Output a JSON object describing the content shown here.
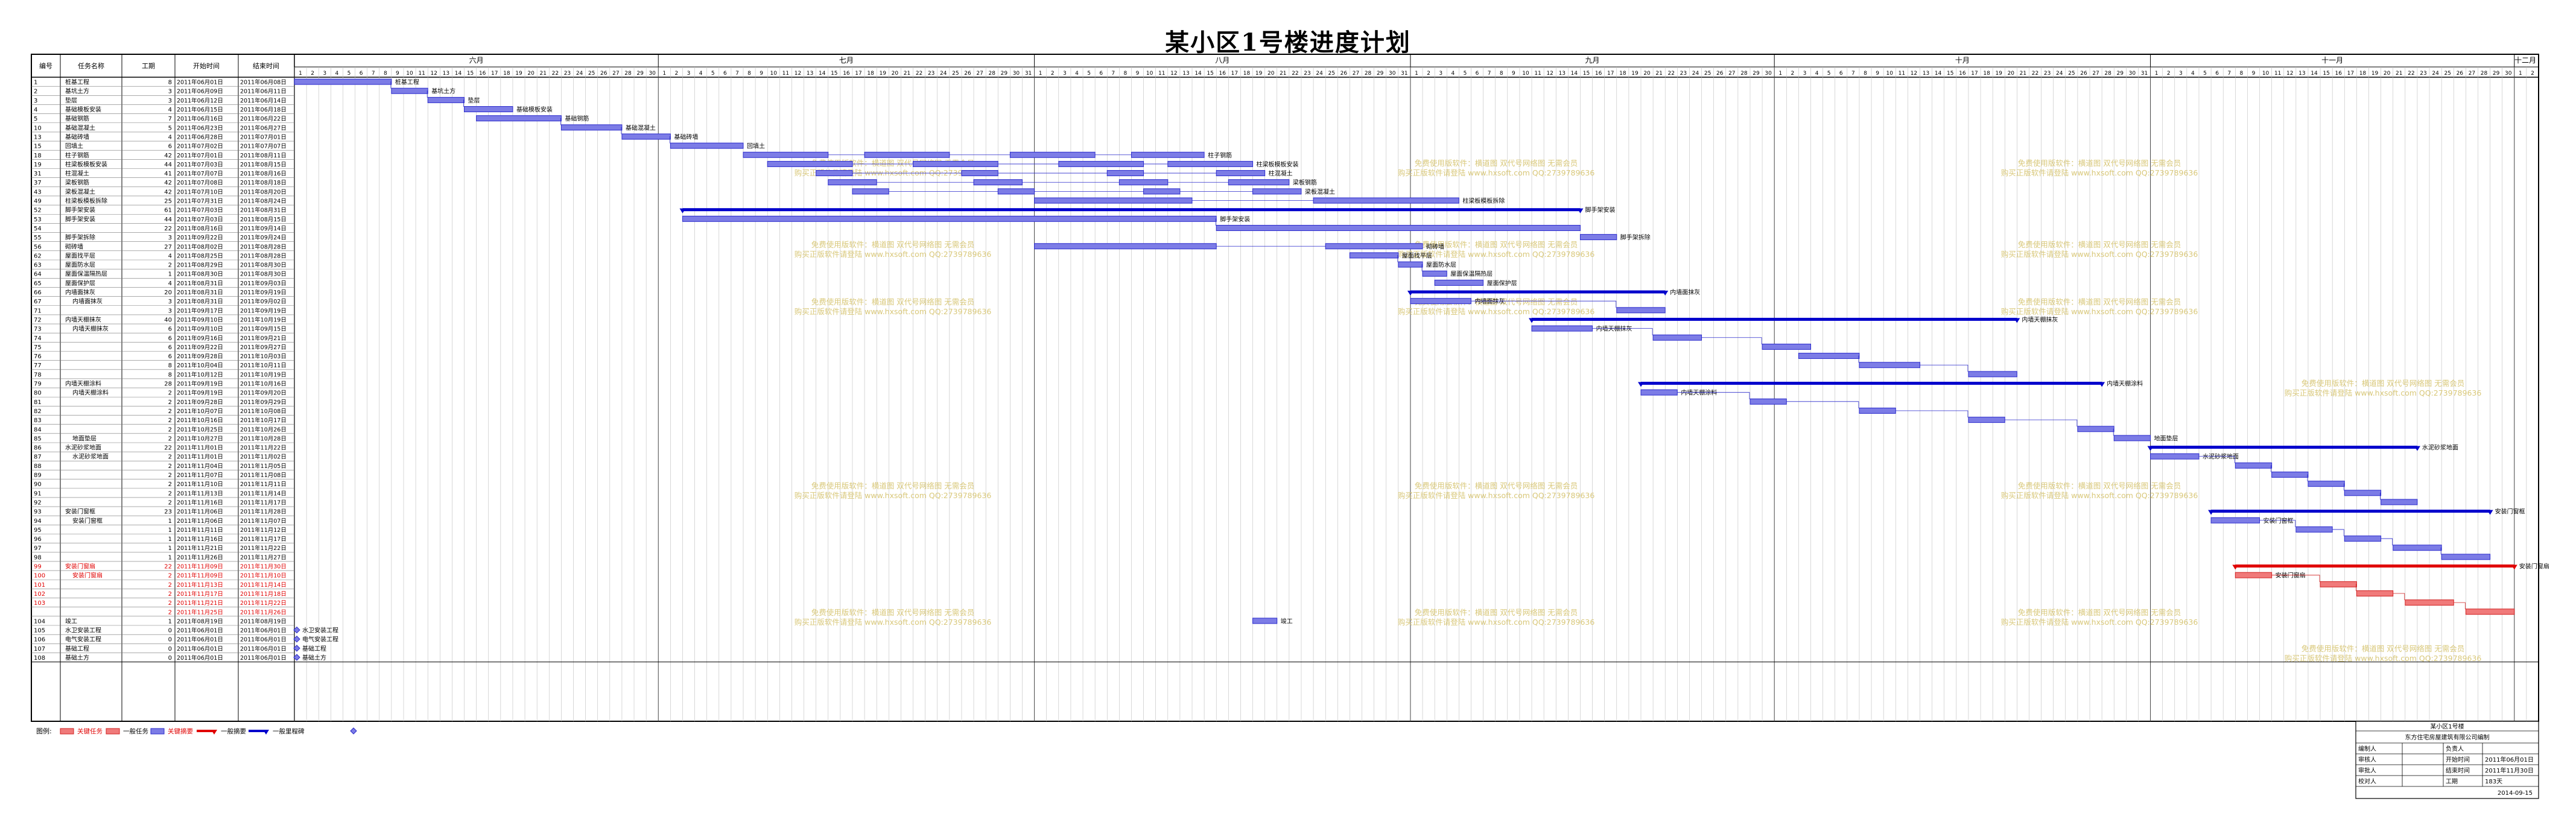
{
  "title": "某小区1号楼进度计划",
  "table_headers": {
    "no": "编号",
    "name": "任务名称",
    "dur": "工期",
    "start": "开始时间",
    "end": "结束时间"
  },
  "months": [
    "六月",
    "七月",
    "八月",
    "九月",
    "十月",
    "十一月",
    "十二月"
  ],
  "legend": {
    "label": "图例:",
    "items": [
      "关键任务",
      "一般任务",
      "关键摘要",
      "一般摘要",
      "一般里程碑"
    ]
  },
  "info_box": {
    "project": "某小区1号楼",
    "subtitle": "东方住宅房屋建筑有限公司编制",
    "rows": [
      [
        "编制人",
        "",
        "负责人",
        ""
      ],
      [
        "审核人",
        "",
        "开始时间",
        "2011年06月01日"
      ],
      [
        "审批人",
        "",
        "结束时间",
        "2011年11月30日"
      ],
      [
        "校对人",
        "",
        "工期",
        "183天"
      ]
    ],
    "date": "2014-09-15"
  },
  "watermark": [
    "免费使用版软件：横道图 双代号网络图 无需会员",
    "购买正版软件请登陆 www.hxsoft.com QQ:2739789636"
  ],
  "chart_data": {
    "type": "gantt",
    "title": "某小区1号楼进度计划",
    "timeline": {
      "start": "2011-06-01",
      "end": "2011-12-02"
    },
    "tasks": [
      {
        "no": "1",
        "name": "桩基工程",
        "dur": "8",
        "start": "2011年06月01日",
        "end": "2011年06月08日",
        "kind": "task",
        "s": "2011-06-01",
        "e": "2011-06-08",
        "label": "桩基工程"
      },
      {
        "no": "2",
        "name": "基坑土方",
        "dur": "3",
        "start": "2011年06月09日",
        "end": "2011年06月11日",
        "kind": "task",
        "s": "2011-06-09",
        "e": "2011-06-11",
        "label": "基坑土方"
      },
      {
        "no": "3",
        "name": "垫层",
        "dur": "3",
        "start": "2011年06月12日",
        "end": "2011年06月14日",
        "kind": "task",
        "s": "2011-06-12",
        "e": "2011-06-14",
        "label": "垫层"
      },
      {
        "no": "4",
        "name": "基础模板安装",
        "dur": "4",
        "start": "2011年06月15日",
        "end": "2011年06月18日",
        "kind": "task",
        "s": "2011-06-15",
        "e": "2011-06-18",
        "label": "基础模板安装"
      },
      {
        "no": "5",
        "name": "基础钢筋",
        "dur": "7",
        "start": "2011年06月16日",
        "end": "2011年06月22日",
        "kind": "task",
        "s": "2011-06-16",
        "e": "2011-06-22",
        "label": "基础钢筋"
      },
      {
        "no": "10",
        "name": "基础混凝土",
        "dur": "5",
        "start": "2011年06月23日",
        "end": "2011年06月27日",
        "kind": "task",
        "s": "2011-06-23",
        "e": "2011-06-27",
        "label": "基础混凝土"
      },
      {
        "no": "13",
        "name": "基础砖墙",
        "dur": "4",
        "start": "2011年06月28日",
        "end": "2011年07月01日",
        "kind": "task",
        "s": "2011-06-28",
        "e": "2011-07-01",
        "label": "基础砖墙"
      },
      {
        "no": "15",
        "name": "回填土",
        "dur": "6",
        "start": "2011年07月02日",
        "end": "2011年07月07日",
        "kind": "task",
        "s": "2011-07-02",
        "e": "2011-07-07",
        "label": "回填土"
      },
      {
        "no": "18",
        "name": "柱子钢筋",
        "dur": "42",
        "start": "2011年07月01日",
        "end": "2011年08月11日",
        "kind": "task",
        "segs": [
          [
            "2011-07-08",
            "2011-07-14"
          ],
          [
            "2011-07-18",
            "2011-07-24"
          ],
          [
            "2011-07-30",
            "2011-08-05"
          ],
          [
            "2011-08-09",
            "2011-08-14"
          ]
        ],
        "label": "柱子钢筋"
      },
      {
        "no": "19",
        "name": "柱梁板模板安装",
        "dur": "44",
        "start": "2011年07月03日",
        "end": "2011年08月15日",
        "kind": "task",
        "segs": [
          [
            "2011-07-10",
            "2011-07-16"
          ],
          [
            "2011-07-22",
            "2011-07-28"
          ],
          [
            "2011-08-03",
            "2011-08-09"
          ],
          [
            "2011-08-12",
            "2011-08-18"
          ]
        ],
        "label": "柱梁板模板安装"
      },
      {
        "no": "31",
        "name": "柱混凝土",
        "dur": "41",
        "start": "2011年07月07日",
        "end": "2011年08月16日",
        "kind": "task",
        "segs": [
          [
            "2011-07-14",
            "2011-07-16"
          ],
          [
            "2011-07-26",
            "2011-07-28"
          ],
          [
            "2011-08-07",
            "2011-08-09"
          ],
          [
            "2011-08-16",
            "2011-08-19"
          ]
        ],
        "label": "柱混凝土"
      },
      {
        "no": "37",
        "name": "梁板钢筋",
        "dur": "42",
        "start": "2011年07月08日",
        "end": "2011年08月18日",
        "kind": "task",
        "segs": [
          [
            "2011-07-15",
            "2011-07-18"
          ],
          [
            "2011-07-27",
            "2011-07-30"
          ],
          [
            "2011-08-08",
            "2011-08-11"
          ],
          [
            "2011-08-17",
            "2011-08-21"
          ]
        ],
        "label": "梁板钢筋"
      },
      {
        "no": "43",
        "name": "梁板混凝土",
        "dur": "42",
        "start": "2011年07月10日",
        "end": "2011年08月20日",
        "kind": "task",
        "segs": [
          [
            "2011-07-17",
            "2011-07-19"
          ],
          [
            "2011-07-29",
            "2011-07-31"
          ],
          [
            "2011-08-10",
            "2011-08-12"
          ],
          [
            "2011-08-19",
            "2011-08-22"
          ]
        ],
        "label": "梁板混凝土"
      },
      {
        "no": "49",
        "name": "柱梁板模板拆除",
        "dur": "25",
        "start": "2011年07月31日",
        "end": "2011年08月24日",
        "kind": "task",
        "segs": [
          [
            "2011-08-01",
            "2011-08-13"
          ],
          [
            "2011-08-24",
            "2011-09-04"
          ]
        ],
        "label": "柱梁板模板拆除"
      },
      {
        "no": "52",
        "name": "脚手架安装",
        "dur": "61",
        "start": "2011年07月03日",
        "end": "2011年08月31日",
        "kind": "summary",
        "s": "2011-07-03",
        "e": "2011-09-14",
        "label": "脚手架安装"
      },
      {
        "no": "53",
        "name": "脚手架安装",
        "dur": "44",
        "start": "2011年07月03日",
        "end": "2011年08月15日",
        "kind": "task",
        "s": "2011-07-03",
        "e": "2011-08-15",
        "label": "脚手架安装"
      },
      {
        "no": "54",
        "name": "",
        "dur": "22",
        "start": "2011年08月16日",
        "end": "2011年09月14日",
        "kind": "task",
        "s": "2011-08-16",
        "e": "2011-09-14",
        "label": ""
      },
      {
        "no": "55",
        "name": "脚手架拆除",
        "dur": "3",
        "start": "2011年09月22日",
        "end": "2011年09月24日",
        "kind": "task",
        "s": "2011-09-15",
        "e": "2011-09-17",
        "label": "脚手架拆除"
      },
      {
        "no": "56",
        "name": "砌砖墙",
        "dur": "27",
        "start": "2011年08月02日",
        "end": "2011年08月28日",
        "kind": "task",
        "segs": [
          [
            "2011-08-01",
            "2011-08-15"
          ],
          [
            "2011-08-25",
            "2011-09-01"
          ]
        ],
        "label": "砌砖墙"
      },
      {
        "no": "62",
        "name": "屋面找平层",
        "dur": "4",
        "start": "2011年08月25日",
        "end": "2011年08月28日",
        "kind": "task",
        "s": "2011-08-27",
        "e": "2011-08-30",
        "label": "屋面找平层"
      },
      {
        "no": "63",
        "name": "屋面防水层",
        "dur": "2",
        "start": "2011年08月29日",
        "end": "2011年08月30日",
        "kind": "task",
        "s": "2011-08-31",
        "e": "2011-09-01",
        "label": "屋面防水层"
      },
      {
        "no": "64",
        "name": "屋面保温隔热层",
        "dur": "1",
        "start": "2011年08月30日",
        "end": "2011年08月30日",
        "kind": "task",
        "s": "2011-09-02",
        "e": "2011-09-03",
        "label": "屋面保温隔热层"
      },
      {
        "no": "65",
        "name": "屋面保护层",
        "dur": "4",
        "start": "2011年08月31日",
        "end": "2011年09月03日",
        "kind": "task",
        "s": "2011-09-03",
        "e": "2011-09-06",
        "label": "屋面保护层"
      },
      {
        "no": "66",
        "name": "内墙面抹灰",
        "dur": "20",
        "start": "2011年08月31日",
        "end": "2011年09月19日",
        "kind": "summary",
        "s": "2011-09-01",
        "e": "2011-09-21",
        "label": "内墙面抹灰"
      },
      {
        "no": "67",
        "name": "内墙面抹灰",
        "dur": "3",
        "start": "2011年08月31日",
        "end": "2011年09月02日",
        "kind": "task",
        "s": "2011-09-01",
        "e": "2011-09-05",
        "label": "内墙面抹灰"
      },
      {
        "no": "71",
        "name": "",
        "dur": "3",
        "start": "2011年09月17日",
        "end": "2011年09月19日",
        "kind": "task",
        "s": "2011-09-18",
        "e": "2011-09-21",
        "label": ""
      },
      {
        "no": "72",
        "name": "内墙天棚抹灰",
        "dur": "40",
        "start": "2011年09月10日",
        "end": "2011年10月19日",
        "kind": "summary",
        "s": "2011-09-11",
        "e": "2011-10-20",
        "label": "内墙天棚抹灰"
      },
      {
        "no": "73",
        "name": "内墙天棚抹灰",
        "dur": "6",
        "start": "2011年09月10日",
        "end": "2011年09月15日",
        "kind": "task",
        "s": "2011-09-11",
        "e": "2011-09-15",
        "label": "内墙天棚抹灰"
      },
      {
        "no": "74",
        "name": "",
        "dur": "6",
        "start": "2011年09月16日",
        "end": "2011年09月21日",
        "kind": "task",
        "s": "2011-09-21",
        "e": "2011-09-24",
        "label": ""
      },
      {
        "no": "75",
        "name": "",
        "dur": "6",
        "start": "2011年09月22日",
        "end": "2011年09月27日",
        "kind": "task",
        "s": "2011-09-30",
        "e": "2011-10-03",
        "label": ""
      },
      {
        "no": "76",
        "name": "",
        "dur": "6",
        "start": "2011年09月28日",
        "end": "2011年10月03日",
        "kind": "task",
        "s": "2011-10-03",
        "e": "2011-10-07",
        "label": ""
      },
      {
        "no": "77",
        "name": "",
        "dur": "8",
        "start": "2011年10月04日",
        "end": "2011年10月11日",
        "kind": "task",
        "s": "2011-10-08",
        "e": "2011-10-12",
        "label": ""
      },
      {
        "no": "78",
        "name": "",
        "dur": "8",
        "start": "2011年10月12日",
        "end": "2011年10月19日",
        "kind": "task",
        "s": "2011-10-17",
        "e": "2011-10-20",
        "label": ""
      },
      {
        "no": "79",
        "name": "内墙天棚涂料",
        "dur": "28",
        "start": "2011年09月19日",
        "end": "2011年10月16日",
        "kind": "summary",
        "s": "2011-09-20",
        "e": "2011-10-27",
        "label": "内墙天棚涂料"
      },
      {
        "no": "80",
        "name": "内墙天棚涂料",
        "dur": "2",
        "start": "2011年09月19日",
        "end": "2011年09月20日",
        "kind": "task",
        "s": "2011-09-20",
        "e": "2011-09-22",
        "label": "内墙天棚涂料"
      },
      {
        "no": "81",
        "name": "",
        "dur": "2",
        "start": "2011年09月28日",
        "end": "2011年09月29日",
        "kind": "task",
        "s": "2011-09-29",
        "e": "2011-10-01",
        "label": ""
      },
      {
        "no": "82",
        "name": "",
        "dur": "2",
        "start": "2011年10月07日",
        "end": "2011年10月08日",
        "kind": "task",
        "s": "2011-10-08",
        "e": "2011-10-10",
        "label": ""
      },
      {
        "no": "83",
        "name": "",
        "dur": "2",
        "start": "2011年10月16日",
        "end": "2011年10月17日",
        "kind": "task",
        "s": "2011-10-17",
        "e": "2011-10-19",
        "label": ""
      },
      {
        "no": "84",
        "name": "",
        "dur": "2",
        "start": "2011年10月25日",
        "end": "2011年10月26日",
        "kind": "task",
        "s": "2011-10-26",
        "e": "2011-10-28",
        "label": ""
      },
      {
        "no": "85",
        "name": "地面垫层",
        "dur": "2",
        "start": "2011年10月27日",
        "end": "2011年10月28日",
        "kind": "task",
        "s": "2011-10-29",
        "e": "2011-10-31",
        "label": "地面垫层"
      },
      {
        "no": "86",
        "name": "水泥砂浆地面",
        "dur": "22",
        "start": "2011年11月01日",
        "end": "2011年11月22日",
        "kind": "summary",
        "s": "2011-11-01",
        "e": "2011-11-22",
        "label": "水泥砂浆地面"
      },
      {
        "no": "87",
        "name": "水泥砂浆地面",
        "dur": "2",
        "start": "2011年11月01日",
        "end": "2011年11月02日",
        "kind": "task",
        "s": "2011-11-01",
        "e": "2011-11-04",
        "label": "水泥砂浆地面"
      },
      {
        "no": "88",
        "name": "",
        "dur": "2",
        "start": "2011年11月04日",
        "end": "2011年11月05日",
        "kind": "task",
        "s": "2011-11-08",
        "e": "2011-11-10",
        "label": ""
      },
      {
        "no": "89",
        "name": "",
        "dur": "2",
        "start": "2011年11月07日",
        "end": "2011年11月08日",
        "kind": "task",
        "s": "2011-11-11",
        "e": "2011-11-13",
        "label": ""
      },
      {
        "no": "90",
        "name": "",
        "dur": "2",
        "start": "2011年11月10日",
        "end": "2011年11月11日",
        "kind": "task",
        "s": "2011-11-14",
        "e": "2011-11-16",
        "label": ""
      },
      {
        "no": "91",
        "name": "",
        "dur": "2",
        "start": "2011年11月13日",
        "end": "2011年11月14日",
        "kind": "task",
        "s": "2011-11-17",
        "e": "2011-11-19",
        "label": ""
      },
      {
        "no": "92",
        "name": "",
        "dur": "2",
        "start": "2011年11月16日",
        "end": "2011年11月17日",
        "kind": "task",
        "s": "2011-11-20",
        "e": "2011-11-22",
        "label": ""
      },
      {
        "no": "93",
        "name": "安装门窗框",
        "dur": "23",
        "start": "2011年11月06日",
        "end": "2011年11月28日",
        "kind": "summary",
        "s": "2011-11-06",
        "e": "2011-11-28",
        "label": "安装门窗框"
      },
      {
        "no": "94",
        "name": "安装门窗框",
        "dur": "1",
        "start": "2011年11月06日",
        "end": "2011年11月07日",
        "kind": "task",
        "s": "2011-11-06",
        "e": "2011-11-09",
        "label": "安装门窗框"
      },
      {
        "no": "95",
        "name": "",
        "dur": "1",
        "start": "2011年11月11日",
        "end": "2011年11月12日",
        "kind": "task",
        "s": "2011-11-13",
        "e": "2011-11-15",
        "label": ""
      },
      {
        "no": "96",
        "name": "",
        "dur": "1",
        "start": "2011年11月16日",
        "end": "2011年11月17日",
        "kind": "task",
        "s": "2011-11-17",
        "e": "2011-11-19",
        "label": ""
      },
      {
        "no": "97",
        "name": "",
        "dur": "1",
        "start": "2011年11月21日",
        "end": "2011年11月22日",
        "kind": "task",
        "s": "2011-11-21",
        "e": "2011-11-24",
        "label": ""
      },
      {
        "no": "98",
        "name": "",
        "dur": "1",
        "start": "2011年11月26日",
        "end": "2011年11月27日",
        "kind": "task",
        "s": "2011-11-25",
        "e": "2011-11-28",
        "label": ""
      },
      {
        "no": "99",
        "name": "安装门窗扇",
        "dur": "22",
        "start": "2011年11月09日",
        "end": "2011年11月30日",
        "kind": "critsum",
        "s": "2011-11-08",
        "e": "2011-11-30",
        "label": "安装门窗扇"
      },
      {
        "no": "100",
        "name": "安装门窗扇",
        "dur": "2",
        "start": "2011年11月09日",
        "end": "2011年11月10日",
        "kind": "crit",
        "s": "2011-11-08",
        "e": "2011-11-10",
        "label": "安装门窗扇"
      },
      {
        "no": "101",
        "name": "",
        "dur": "2",
        "start": "2011年11月13日",
        "end": "2011年11月14日",
        "kind": "crit",
        "s": "2011-11-15",
        "e": "2011-11-17",
        "label": ""
      },
      {
        "no": "102",
        "name": "",
        "dur": "2",
        "start": "2011年11月17日",
        "end": "2011年11月18日",
        "kind": "crit",
        "s": "2011-11-18",
        "e": "2011-11-20",
        "label": ""
      },
      {
        "no": "103",
        "name": "",
        "dur": "2",
        "start": "2011年11月21日",
        "end": "2011年11月22日",
        "kind": "crit",
        "s": "2011-11-22",
        "e": "2011-11-25",
        "label": ""
      },
      {
        "no": "",
        "name": "",
        "dur": "2",
        "start": "2011年11月25日",
        "end": "2011年11月26日",
        "kind": "crit",
        "s": "2011-11-27",
        "e": "2011-11-30",
        "label": ""
      },
      {
        "no": "104",
        "name": "竣工",
        "dur": "1",
        "start": "2011年08月19日",
        "end": "2011年08月19日",
        "kind": "task",
        "s": "2011-08-19",
        "e": "2011-08-20",
        "label": "竣工"
      },
      {
        "no": "105",
        "name": "水卫安装工程",
        "dur": "0",
        "start": "2011年06月01日",
        "end": "2011年06月01日",
        "kind": "milestone",
        "s": "2011-06-01",
        "e": "2011-06-01",
        "label": "水卫安装工程"
      },
      {
        "no": "106",
        "name": "电气安装工程",
        "dur": "0",
        "start": "2011年06月01日",
        "end": "2011年06月01日",
        "kind": "milestone",
        "s": "2011-06-01",
        "e": "2011-06-01",
        "label": "电气安装工程"
      },
      {
        "no": "107",
        "name": "基础工程",
        "dur": "0",
        "start": "2011年06月01日",
        "end": "2011年06月01日",
        "kind": "milestone",
        "s": "2011-06-01",
        "e": "2011-06-01",
        "label": "基础工程"
      },
      {
        "no": "108",
        "name": "基础土方",
        "dur": "0",
        "start": "2011年06月01日",
        "end": "2011年06月01日",
        "kind": "milestone",
        "s": "2011-06-01",
        "e": "2011-06-01",
        "label": "基础土方"
      }
    ]
  }
}
